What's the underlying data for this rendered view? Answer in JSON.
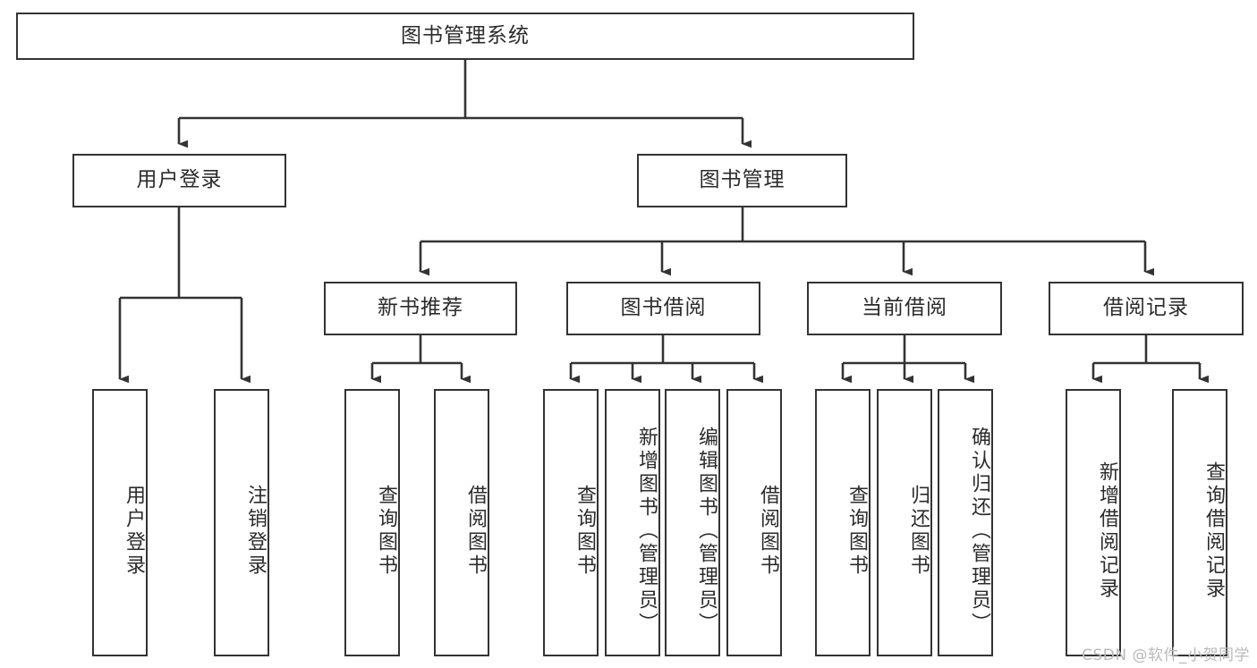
{
  "diagram": {
    "title": "图书管理系统",
    "type": "tree-hierarchy-functional-decomposition",
    "watermark": "CSDN @软件_小贺同学",
    "colors": {
      "stroke": "#333333",
      "fill": "#ffffff",
      "text": "#2b2b2b",
      "watermark": "#b9b9b9"
    },
    "nodes": {
      "root": {
        "label": "图书管理系统"
      },
      "level2": [
        {
          "label": "用户登录"
        },
        {
          "label": "图书管理"
        }
      ],
      "level3": [
        {
          "label": "新书推荐"
        },
        {
          "label": "图书借阅"
        },
        {
          "label": "当前借阅"
        },
        {
          "label": "借阅记录"
        }
      ],
      "leaves_user_login": [
        {
          "label": "用户登录"
        },
        {
          "label": "注销登录"
        }
      ],
      "leaves_new_book": [
        {
          "label": "查询图书"
        },
        {
          "label": "借阅图书"
        }
      ],
      "leaves_borrow": [
        {
          "label": "查询图书"
        },
        {
          "label": "新增图书（管理员）"
        },
        {
          "label": "编辑图书（管理员）"
        },
        {
          "label": "借阅图书"
        }
      ],
      "leaves_current": [
        {
          "label": "查询图书"
        },
        {
          "label": "归还图书"
        },
        {
          "label": "确认归还（管理员）"
        }
      ],
      "leaves_record": [
        {
          "label": "新增借阅记录"
        },
        {
          "label": "查询借阅记录"
        }
      ]
    }
  }
}
